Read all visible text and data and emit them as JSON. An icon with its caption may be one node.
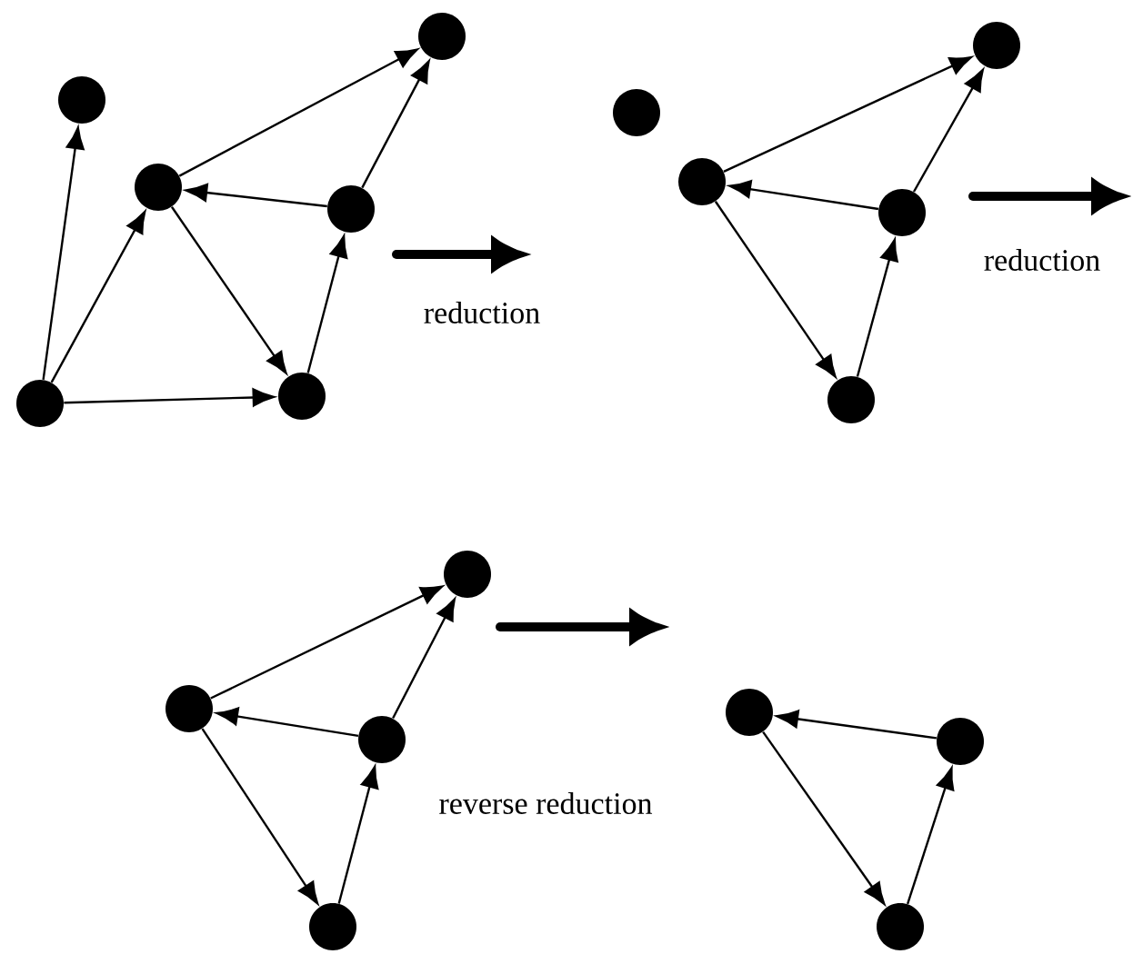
{
  "diagram": {
    "nodes": [
      {
        "text": [],
        "shape": "circle"
      },
      {
        "text": [],
        "shape": "circle"
      },
      {
        "text": [],
        "shape": "circle"
      },
      {
        "text": [],
        "shape": "circle"
      },
      {
        "text": [],
        "shape": "circle"
      },
      {
        "text": [],
        "shape": "circle"
      },
      {
        "text": [],
        "shape": "circle"
      },
      {
        "text": [],
        "shape": "circle"
      },
      {
        "text": [],
        "shape": "circle"
      },
      {
        "text": [],
        "shape": "circle"
      },
      {
        "text": [],
        "shape": "circle"
      },
      {
        "text": [],
        "shape": "circle"
      },
      {
        "text": [],
        "shape": "circle"
      },
      {
        "text": [],
        "shape": "circle"
      },
      {
        "text": [],
        "shape": "circle"
      },
      {
        "text": [],
        "shape": "circle"
      },
      {
        "text": [],
        "shape": "circle"
      },
      {
        "text": [],
        "shape": "circle"
      }
    ],
    "edges": [
      {
        "from": 5,
        "to": 0,
        "arrow": "to"
      },
      {
        "from": 5,
        "to": 1,
        "arrow": "to"
      },
      {
        "from": 5,
        "to": 4,
        "arrow": "to"
      },
      {
        "from": 1,
        "to": 4,
        "arrow": "to"
      },
      {
        "from": 4,
        "to": 3,
        "arrow": "to"
      },
      {
        "from": 3,
        "to": 1,
        "arrow": "to"
      },
      {
        "from": 1,
        "to": 2,
        "arrow": "to"
      },
      {
        "from": 3,
        "to": 2,
        "arrow": "to"
      },
      {
        "from": 7,
        "to": 8,
        "arrow": "to"
      },
      {
        "from": 9,
        "to": 7,
        "arrow": "to"
      },
      {
        "from": 9,
        "to": 8,
        "arrow": "to"
      },
      {
        "from": 7,
        "to": 10,
        "arrow": "to"
      },
      {
        "from": 10,
        "to": 9,
        "arrow": "to"
      },
      {
        "from": 11,
        "to": 12,
        "arrow": "to"
      },
      {
        "from": 13,
        "to": 11,
        "arrow": "to"
      },
      {
        "from": 13,
        "to": 12,
        "arrow": "to"
      },
      {
        "from": 11,
        "to": 14,
        "arrow": "to"
      },
      {
        "from": 14,
        "to": 13,
        "arrow": "to"
      },
      {
        "from": 16,
        "to": 15,
        "arrow": "to"
      },
      {
        "from": 15,
        "to": 17,
        "arrow": "to"
      },
      {
        "from": 17,
        "to": 16,
        "arrow": "to"
      }
    ],
    "labels": [
      "reduction",
      "reduction",
      "reverse reduction"
    ]
  }
}
